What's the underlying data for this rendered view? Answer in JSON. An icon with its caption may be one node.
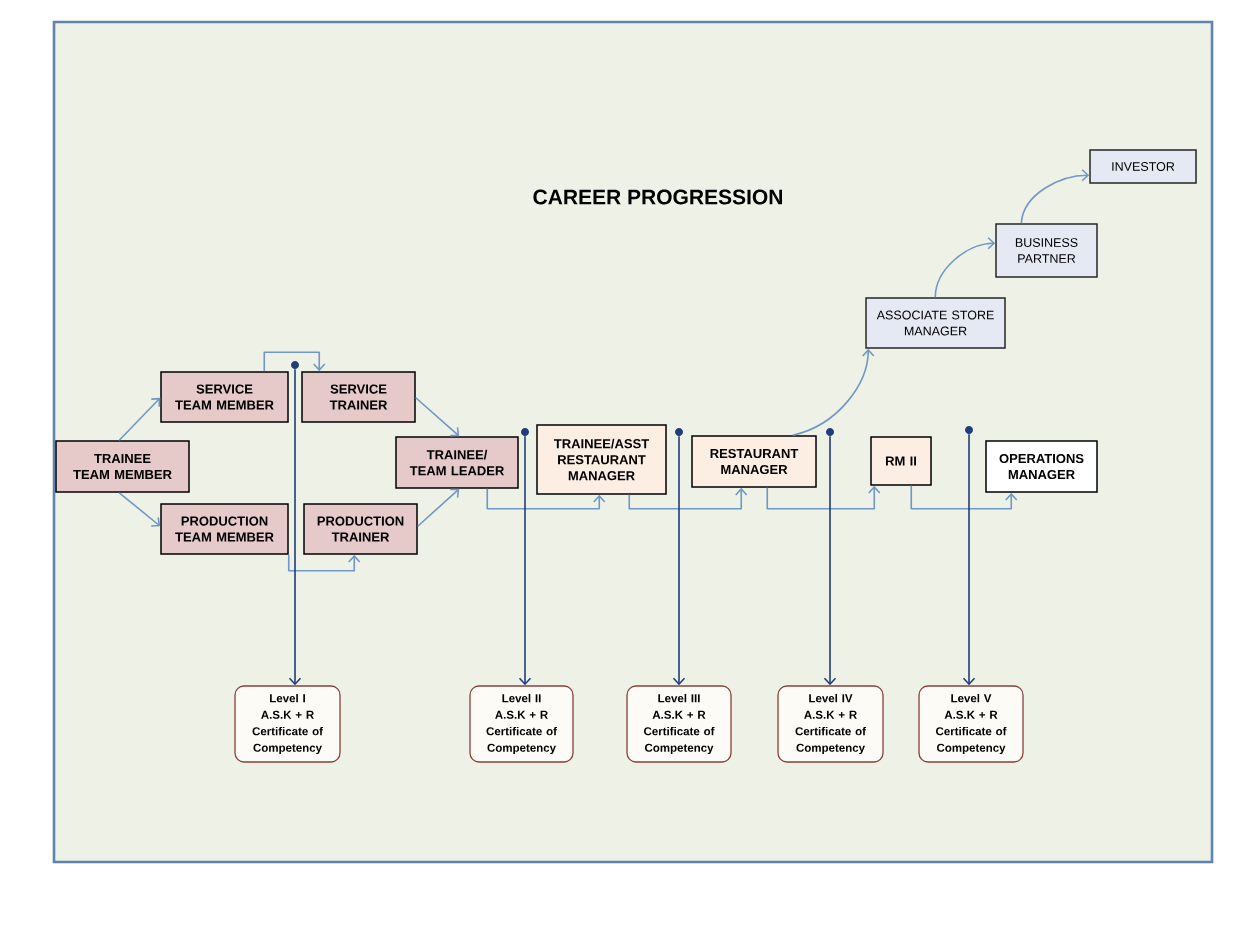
{
  "diagram": {
    "title": "CAREER PROGRESSION",
    "nodes": [
      {
        "text": [
          "TRAINEE TEAM MEMBER"
        ]
      },
      {
        "text": [
          "SERVICE TEAM MEMBER"
        ]
      },
      {
        "text": [
          "SERVICE TRAINER"
        ]
      },
      {
        "text": [
          "PRODUCTION TEAM MEMBER"
        ]
      },
      {
        "text": [
          "PRODUCTION TRAINER"
        ]
      },
      {
        "text": [
          "TRAINEE/ TEAM LEADER"
        ]
      },
      {
        "text": [
          "TRAINEE/ASST RESTAURANT MANAGER"
        ]
      },
      {
        "text": [
          "RESTAURANT MANAGER"
        ]
      },
      {
        "text": [
          "RM II"
        ]
      },
      {
        "text": [
          "OPERATIONS MANAGER"
        ]
      },
      {
        "text": [
          "ASSOCIATE STORE MANAGER"
        ]
      },
      {
        "text": [
          "BUSINESS PARTNER"
        ]
      },
      {
        "text": [
          "INVESTOR"
        ]
      },
      {
        "text": [
          "Level I",
          "A.S.K + R",
          "Certificate of Competency"
        ]
      },
      {
        "text": [
          "Level II",
          "A.S.K + R",
          "Certificate of Competency"
        ]
      },
      {
        "text": [
          "Level III",
          "A.S.K + R",
          "Certificate of Competency"
        ]
      },
      {
        "text": [
          "Level IV",
          "A.S.K + R",
          "Certificate of Competency"
        ]
      },
      {
        "text": [
          "Level V",
          "A.S.K + R",
          "Certificate of Competency"
        ]
      },
      {
        "text": [],
        "shape": "circle"
      },
      {
        "text": [],
        "shape": "circle"
      },
      {
        "text": [],
        "shape": "circle"
      },
      {
        "text": [],
        "shape": "circle"
      },
      {
        "text": [],
        "shape": "circle"
      }
    ],
    "edges": [
      {
        "from": 0,
        "to": 1,
        "arrow": "to"
      },
      {
        "from": 0,
        "to": 3,
        "arrow": "to"
      },
      {
        "from": 1,
        "to": 2,
        "arrow": "to"
      },
      {
        "from": 3,
        "to": 4,
        "arrow": "to"
      },
      {
        "from": 2,
        "to": 5,
        "arrow": "to"
      },
      {
        "from": 4,
        "to": 5,
        "arrow": "to"
      },
      {
        "from": 5,
        "to": 6,
        "arrow": "to"
      },
      {
        "from": 6,
        "to": 7,
        "arrow": "to"
      },
      {
        "from": 7,
        "to": 8,
        "arrow": "to"
      },
      {
        "from": 8,
        "to": 9,
        "arrow": "to"
      },
      {
        "from": 7,
        "to": 10,
        "arrow": "to"
      },
      {
        "from": 10,
        "to": 11,
        "arrow": "to"
      },
      {
        "from": 11,
        "to": 12,
        "arrow": "to"
      },
      {
        "from": 18,
        "to": 13,
        "arrow": "to",
        "color": "#1f3d7a"
      },
      {
        "from": 19,
        "to": 14,
        "arrow": "to",
        "color": "#1f3d7a"
      },
      {
        "from": 20,
        "to": 15,
        "arrow": "to",
        "color": "#1f3d7a"
      },
      {
        "from": 21,
        "to": 16,
        "arrow": "to",
        "color": "#1f3d7a"
      },
      {
        "from": 22,
        "to": 17,
        "arrow": "to",
        "color": "#1f3d7a"
      }
    ]
  }
}
